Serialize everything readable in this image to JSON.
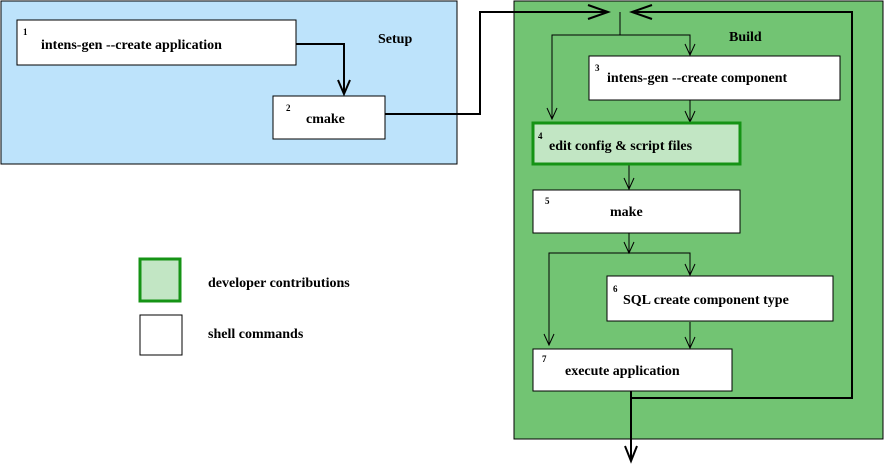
{
  "colors": {
    "setup_fill": "#bde3fb",
    "build_fill": "#72c473",
    "developer_fill": "#c2e6c4",
    "developer_border": "#159315",
    "shell_fill": "#ffffff",
    "line": "#000000"
  },
  "regions": {
    "setup_label": "Setup",
    "build_label": "Build"
  },
  "steps": [
    {
      "num": "1",
      "label": "intens-gen --create application",
      "kind": "shell"
    },
    {
      "num": "2",
      "label": "cmake",
      "kind": "shell"
    },
    {
      "num": "3",
      "label": "intens-gen --create component",
      "kind": "shell"
    },
    {
      "num": "4",
      "label": "edit config & script files",
      "kind": "developer"
    },
    {
      "num": "5",
      "label": "make",
      "kind": "shell"
    },
    {
      "num": "6",
      "label": "SQL create component type",
      "kind": "shell"
    },
    {
      "num": "7",
      "label": "execute application",
      "kind": "shell"
    }
  ],
  "legend": {
    "developer_label": "developer contributions",
    "shell_label": "shell commands"
  }
}
